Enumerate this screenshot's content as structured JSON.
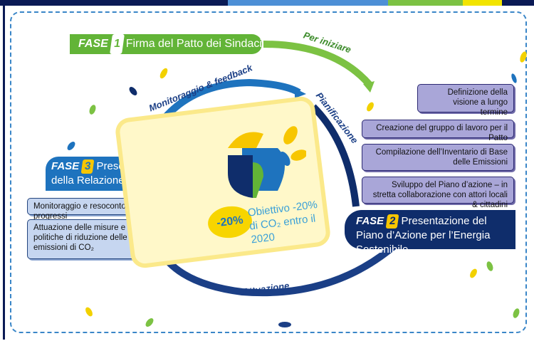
{
  "colors": {
    "green": "#62b437",
    "blue": "#1e73be",
    "navy": "#0f2d6b",
    "yellow": "#f7c600",
    "light_blue_box": "#c6d6f0",
    "purple_box": "#a9a6d8"
  },
  "phase1": {
    "fase": "FASE",
    "num": "1",
    "text": "Firma del Patto dei Sindaci"
  },
  "phase2": {
    "fase": "FASE",
    "num": "2",
    "text": "Presentazione del Piano d’Azione per l’Energia Sostenibile"
  },
  "phase3": {
    "fase": "FASE",
    "num": "3",
    "text": "Presentazione della Relazione di attuazione"
  },
  "arcs": {
    "per_iniziare": "Per iniziare",
    "monitoraggio": "Monitoraggio & feedback",
    "pianificazione": "Pianificazione",
    "attuazione": "Attuazione"
  },
  "left_boxes": [
    "Monitoraggio e resoconto dei progressi",
    "Attuazione delle misure e politiche di riduzione delle emissioni di CO₂"
  ],
  "right_boxes": [
    "Definizione della visione a lungo termine",
    "Creazione del gruppo di lavoro per il Patto",
    "Compilazione dell’Inventario di Base delle Emissioni",
    "Sviluppo del Piano d’azione – in stretta collaborazione con attori locali & cittadini"
  ],
  "center": {
    "badge": "-20%",
    "text": "Obiettivo -20% di CO₂ entro il 2020"
  }
}
